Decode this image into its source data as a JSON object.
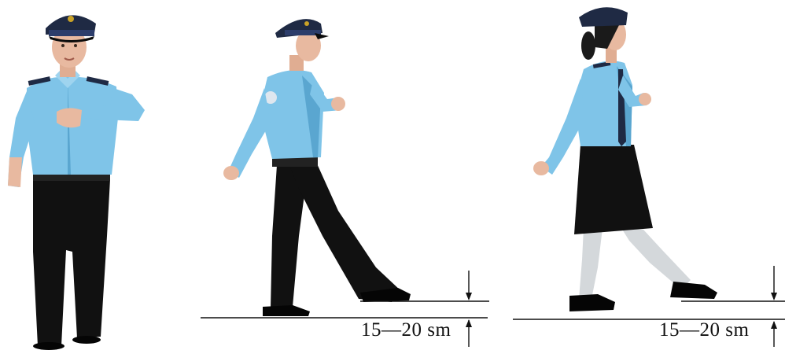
{
  "measurements": {
    "step_height_label_1": "15—20 sm",
    "step_height_label_2": "15—20 sm"
  },
  "figures": [
    {
      "name": "male-officer-front-view"
    },
    {
      "name": "male-officer-side-step"
    },
    {
      "name": "female-officer-side-step"
    }
  ],
  "colors": {
    "shirt": "#7fc4e8",
    "shirt_shade": "#5aa6d0",
    "cap": "#1f2a44",
    "cap_band": "#2c3d6b",
    "trousers": "#111111",
    "skirt": "#111111",
    "skin": "#e8b9a0",
    "stockings": "#d4d8db",
    "shoes": "#0b0b0b",
    "gold": "#c9a227",
    "lines": "#111111"
  }
}
